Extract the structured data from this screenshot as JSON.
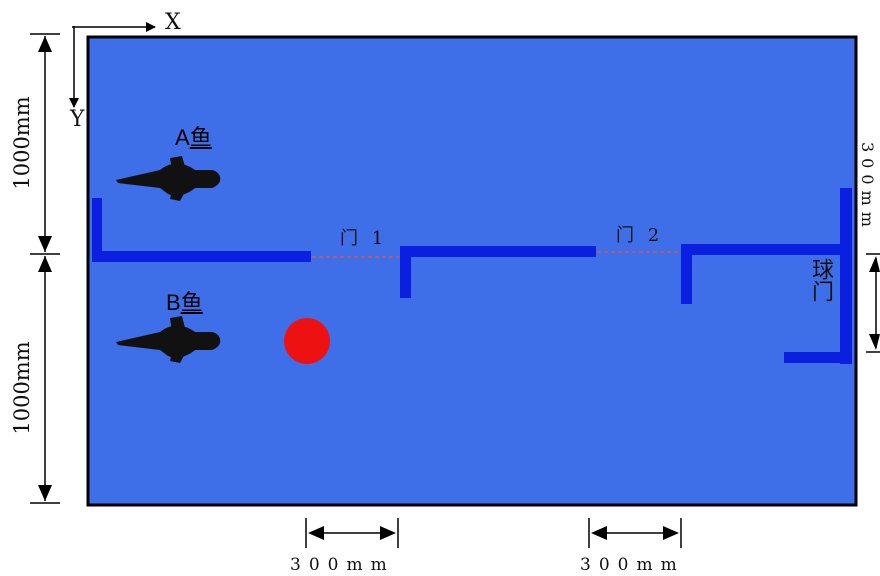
{
  "axes": {
    "x_label": "X",
    "y_label": "Y"
  },
  "fish": [
    {
      "label_prefix": "A",
      "label_char": "鱼"
    },
    {
      "label_prefix": "B",
      "label_char": "鱼"
    }
  ],
  "gates": [
    {
      "label": "门 1"
    },
    {
      "label": "门 2"
    }
  ],
  "goal": {
    "label": "球门"
  },
  "dimensions": {
    "top_half": "1000mm",
    "bottom_half": "1000mm",
    "gate1_width": "300mm",
    "gate2_width": "300mm",
    "goal_width": "300mm"
  },
  "colors": {
    "pool": "#3f6fe8",
    "wall": "#0a1fe0",
    "ball": "#ee1111",
    "gate_line": "#e05050",
    "fish": "#111111",
    "border": "#000000"
  }
}
